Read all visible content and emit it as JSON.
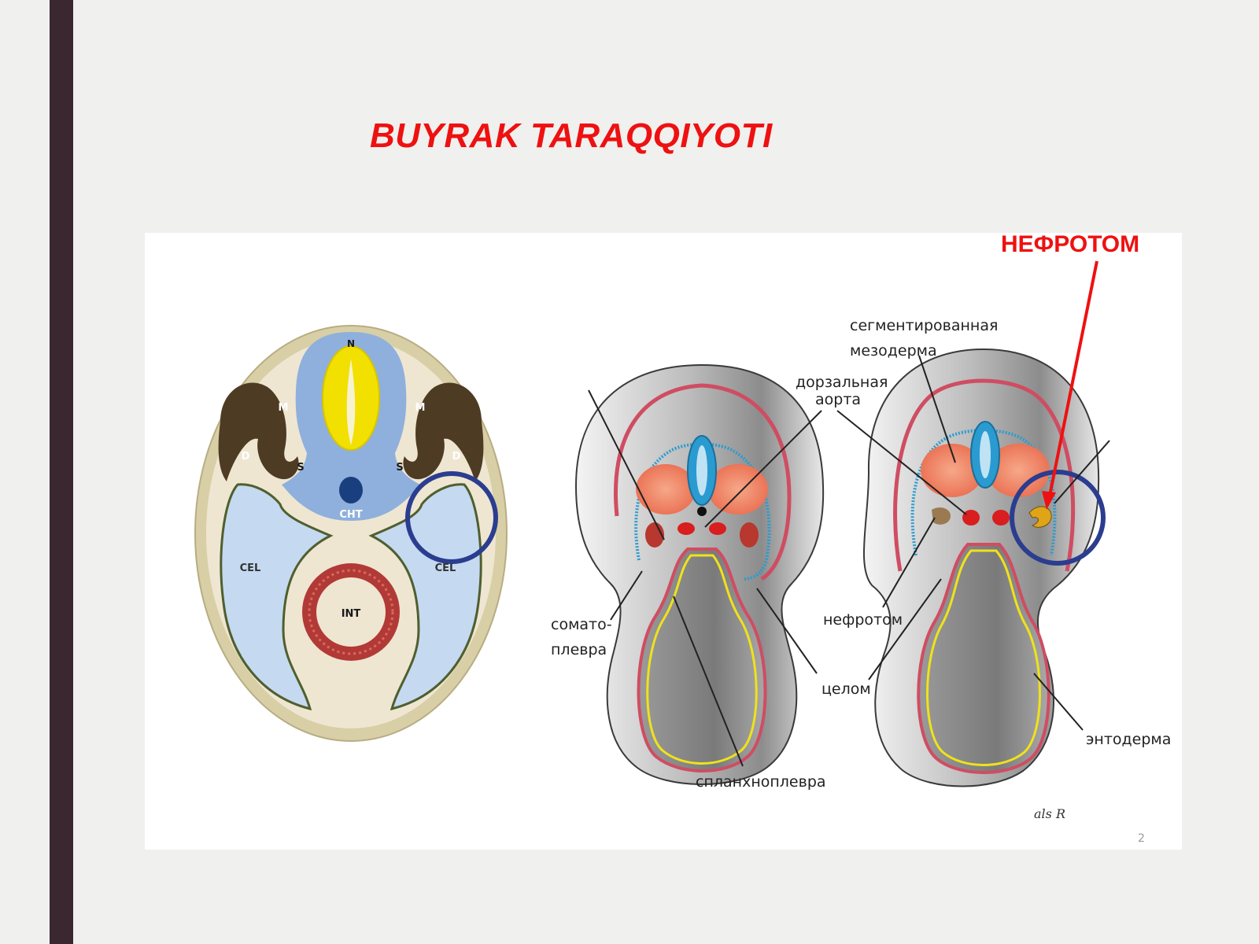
{
  "slide": {
    "title": "BUYRAK TARAQQIYOTI",
    "page_number": "2",
    "accent_bar_color": "#3a2730",
    "title_color": "#ee1111"
  },
  "cross_section": {
    "labels": {
      "n": "N",
      "m_left": "M",
      "m_right": "M",
      "d_left": "D",
      "d_right": "D",
      "s_left": "S",
      "s_right": "S",
      "cht": "CHT",
      "cel_left": "CEL",
      "cel_right": "CEL",
      "int": "INT"
    },
    "colors": {
      "shell": "#d8cfa6",
      "fill": "#efe6d2",
      "neural": "#8fb0dc",
      "cord": "#f2e000",
      "muscle": "#4e3b23",
      "coelom": "#c5d9f1",
      "gut": "#b23a36",
      "highlight": "#2b3d8f"
    }
  },
  "embryo_sections": {
    "labels": {
      "nephrotome_title": "НЕФРОТОМ",
      "segmented_mesoderm_1": "сегментированная",
      "segmented_mesoderm_2": "мезодерма",
      "dorsal_aorta_1": "дорзальная",
      "dorsal_aorta_2": "аорта",
      "somatopleura_1": "сомато-",
      "somatopleura_2": "плевра",
      "nephrotome": "нефротом",
      "coelom": "целом",
      "endoderm": "энтодерма",
      "splanchnopleura": "спланхноплевра"
    },
    "signature": "als R",
    "colors": {
      "ectoderm": "#cf4d62",
      "neural_tube": "#2a9bd0",
      "somite": "#ef8466",
      "aorta": "#d81e1e",
      "endoderm_line": "#efe21a",
      "pointer": "#ee1111",
      "highlight": "#2b3d8f",
      "nephrotome": "#e0a418"
    }
  }
}
